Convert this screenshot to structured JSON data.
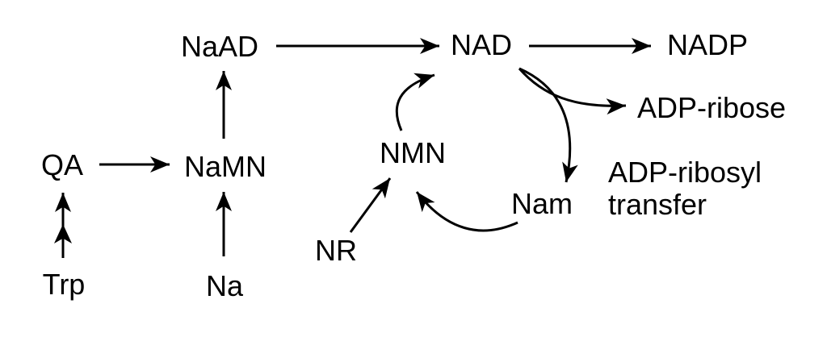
{
  "diagram": {
    "description": "NAD biosynthesis and salvage pathway diagram",
    "background_color": "#ffffff",
    "ink_color": "#000000",
    "nodes": {
      "trp": "Trp",
      "qa": "QA",
      "na": "Na",
      "namn": "NaMN",
      "naad": "NaAD",
      "nad": "NAD",
      "nadp": "NADP",
      "nr": "NR",
      "nmn": "NMN",
      "nam": "Nam",
      "adp_ribose": "ADP-ribose"
    },
    "annotations": {
      "adp_ribosyl_transfer": {
        "line1": "ADP-ribosyl",
        "line2": "transfer"
      }
    },
    "edges": [
      {
        "from": "Trp",
        "to": "QA",
        "style": "straight",
        "arrowheads": 2
      },
      {
        "from": "QA",
        "to": "NaMN",
        "style": "straight",
        "arrowheads": 1
      },
      {
        "from": "Na",
        "to": "NaMN",
        "style": "straight",
        "arrowheads": 1
      },
      {
        "from": "NaMN",
        "to": "NaAD",
        "style": "straight",
        "arrowheads": 1
      },
      {
        "from": "NaAD",
        "to": "NAD",
        "style": "straight",
        "arrowheads": 1
      },
      {
        "from": "NAD",
        "to": "NADP",
        "style": "straight",
        "arrowheads": 1
      },
      {
        "from": "NR",
        "to": "NMN",
        "style": "straight",
        "arrowheads": 1
      },
      {
        "from": "NMN",
        "to": "NAD",
        "style": "curved",
        "arrowheads": 1
      },
      {
        "from": "NAD",
        "to": "ADP-ribose",
        "style": "curved",
        "arrowheads": 1
      },
      {
        "from": "NAD",
        "to": "Nam",
        "style": "curved",
        "arrowheads": 1,
        "label": "ADP-ribosyl transfer"
      },
      {
        "from": "Nam",
        "to": "NMN",
        "style": "curved",
        "arrowheads": 1
      }
    ]
  }
}
